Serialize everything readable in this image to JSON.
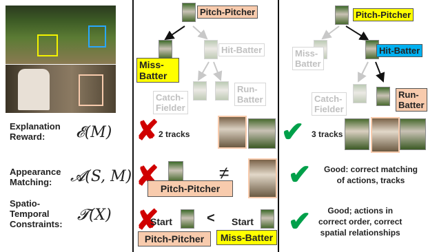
{
  "left": {
    "row_labels": [
      "Explanation\nReward:",
      "Appearance\nMatching:",
      "Spatio-\nTemporal\nConstraints:"
    ],
    "formulas": [
      "𝓔(M)",
      "𝓐(S, M)",
      "𝓣(X)"
    ]
  },
  "middle_tree": {
    "root": "Pitch-Pitcher",
    "miss": "Miss-\nBatter",
    "hit": "Hit-Batter",
    "catch": "Catch-\nFielder",
    "run": "Run-\nBatter"
  },
  "right_tree": {
    "root": "Pitch-Pitcher",
    "miss": "Miss-\nBatter",
    "hit": "Hit-Batter",
    "catch": "Catch-\nFielder",
    "run": "Run-\nBatter"
  },
  "rows": {
    "explanation": {
      "bad": "2 tracks",
      "good": "3 tracks"
    },
    "appearance": {
      "bad_label": "Pitch-Pitcher",
      "neq": "≠",
      "good": "Good: correct matching\nof actions, tracks"
    },
    "spatio": {
      "start1": "Start",
      "lt": "<",
      "start2": "Start",
      "box1": "Pitch-Pitcher",
      "box2": "Miss-Batter",
      "good": "Good; actions in\ncorrect order, correct\nspatial relationships"
    }
  },
  "colors": {
    "pitch": "#f8cbad",
    "miss": "#ffff00",
    "hit": "#00b0f0",
    "cross": "#d00000",
    "check": "#00a04a"
  },
  "icons": [
    "baseball-field-photo",
    "batter-photo",
    "player-thumbnail",
    "red-x-icon",
    "green-check-icon"
  ]
}
